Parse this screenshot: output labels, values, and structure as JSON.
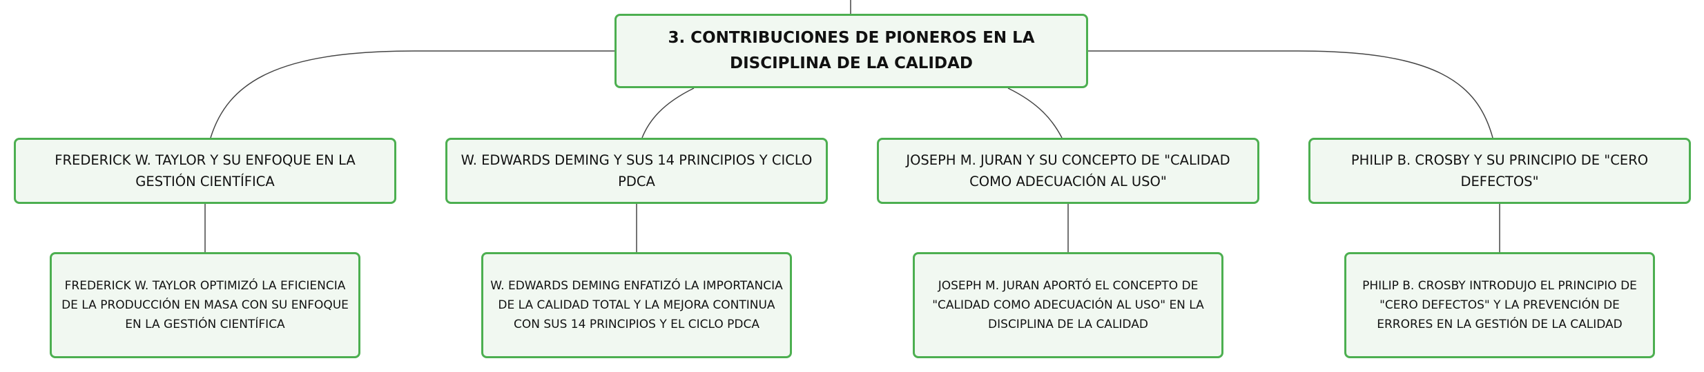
{
  "colors": {
    "node_border": "#4caf50",
    "node_fill": "#f1f8f1",
    "connector": "#444444",
    "text": "#111111"
  },
  "root": {
    "title": "3. CONTRIBUCIONES DE PIONEROS EN LA DISCIPLINA DE LA CALIDAD"
  },
  "branches": [
    {
      "label": "FREDERICK W. TAYLOR Y SU ENFOQUE EN LA GESTIÓN CIENTÍFICA",
      "detail": "FREDERICK W. TAYLOR OPTIMIZÓ LA EFICIENCIA DE LA PRODUCCIÓN EN MASA CON SU ENFOQUE EN LA GESTIÓN CIENTÍFICA"
    },
    {
      "label": "W. EDWARDS DEMING Y SUS 14 PRINCIPIOS Y CICLO PDCA",
      "detail": "W. EDWARDS DEMING ENFATIZÓ LA IMPORTANCIA DE LA CALIDAD TOTAL Y LA MEJORA CONTINUA CON SUS 14 PRINCIPIOS Y EL CICLO PDCA"
    },
    {
      "label": "JOSEPH M. JURAN Y SU CONCEPTO DE \"CALIDAD COMO ADECUACIÓN AL USO\"",
      "detail": "JOSEPH M. JURAN APORTÓ EL CONCEPTO DE \"CALIDAD COMO ADECUACIÓN AL USO\" EN LA DISCIPLINA DE LA CALIDAD"
    },
    {
      "label": "PHILIP B. CROSBY Y SU PRINCIPIO DE \"CERO DEFECTOS\"",
      "detail": "PHILIP B. CROSBY INTRODUJO EL PRINCIPIO DE \"CERO DEFECTOS\" Y LA PREVENCIÓN DE ERRORES EN LA GESTIÓN DE LA CALIDAD"
    }
  ]
}
